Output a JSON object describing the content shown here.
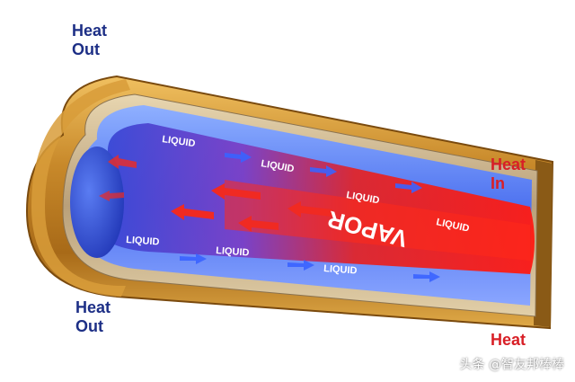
{
  "labels": {
    "heat_out_top": [
      "Heat",
      "Out"
    ],
    "heat_out_bottom": [
      "Heat",
      "Out"
    ],
    "heat_in_top": [
      "Heat",
      "In"
    ],
    "heat_bottom": "Heat"
  },
  "tube_labels": {
    "vapor": "VAPOR",
    "liquid": "LIQUID"
  },
  "watermark": "头条 @智友邦棒棒",
  "colors": {
    "heat_out": "#1d2f86",
    "heat_in": "#d81f26",
    "copper": "#b97a1f",
    "liquid_blue": "#3d5fe0",
    "vapor_red": "#e8231d"
  }
}
